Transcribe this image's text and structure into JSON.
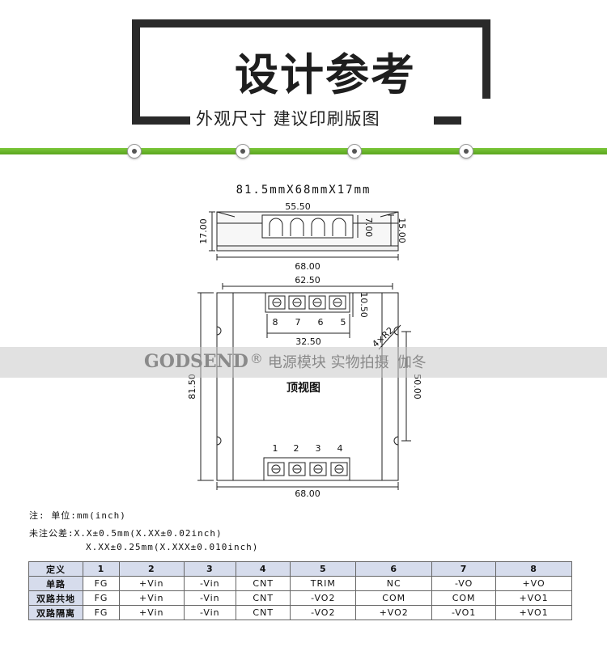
{
  "header": {
    "title": "设计参考",
    "subtitle": "外观尺寸 建议印刷版图"
  },
  "spec": "81.5mmX68mmX17mm",
  "side_view": {
    "dim_top": "55.50",
    "dim_height_left": "17.00",
    "dim_terminal": "7.00",
    "dim_height_right": "15.00",
    "dim_bottom": "68.00"
  },
  "top_view": {
    "dim_top": "62.50",
    "dim_terminal_height": "10.50",
    "dim_pitch": "32.50",
    "dim_hole": "4×R2",
    "dim_left": "81.50",
    "dim_right": "50.00",
    "dim_bottom": "68.00",
    "label": "顶视图",
    "top_pins": [
      "8",
      "7",
      "6",
      "5"
    ],
    "bottom_pins": [
      "1",
      "2",
      "3",
      "4"
    ]
  },
  "watermark": {
    "brand": "GODSEND",
    "reg": "®",
    "text": "电源模块 实物拍摄",
    "author": "伽冬"
  },
  "notes": {
    "line1": "注:  单位:mm(inch)",
    "line2": "未注公差:X.X±0.5mm(X.XX±0.02inch)",
    "line3": "X.XX±0.25mm(X.XXX±0.010inch)"
  },
  "pin_table": {
    "header": [
      "定义",
      "1",
      "2",
      "3",
      "4",
      "5",
      "6",
      "7",
      "8"
    ],
    "rows": [
      [
        "单路",
        "FG",
        "+Vin",
        "-Vin",
        "CNT",
        "TRIM",
        "NC",
        "-VO",
        "+VO"
      ],
      [
        "双路共地",
        "FG",
        "+Vin",
        "-Vin",
        "CNT",
        "-VO2",
        "COM",
        "COM",
        "+VO1"
      ],
      [
        "双路隔离",
        "FG",
        "+Vin",
        "-Vin",
        "CNT",
        "-VO2",
        "+VO2",
        "-VO1",
        "+VO1"
      ]
    ]
  },
  "colors": {
    "accent_green": "#6bb82a",
    "table_header": "#d6dcec",
    "bracket": "#2a2a2a"
  }
}
